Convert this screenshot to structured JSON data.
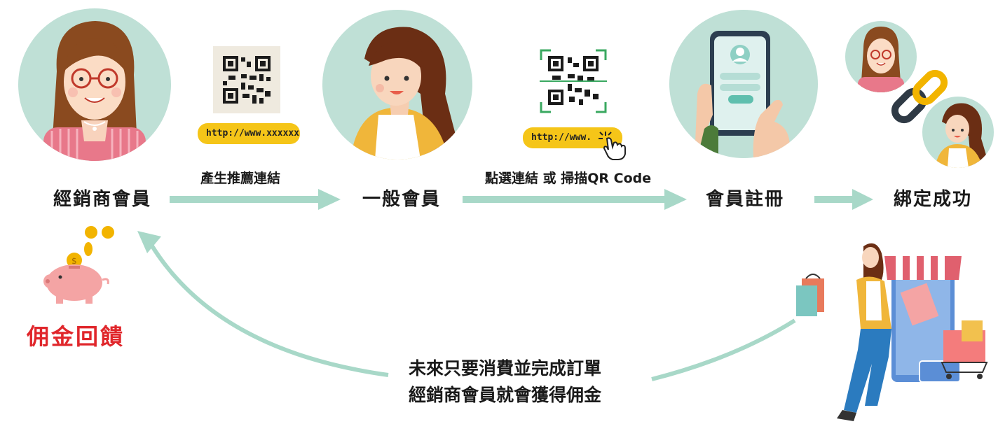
{
  "nodes": {
    "distributor": "經銷商會員",
    "member": "一般會員",
    "register": "會員註冊",
    "bind": "綁定成功"
  },
  "steps": {
    "generate_link": "產生推薦連結",
    "click_or_scan": "點選連結 或 掃描QR Code"
  },
  "urls": {
    "referral": "http://www.xxxxxx",
    "click": "http://www."
  },
  "commission": "佣金回饋",
  "future_note": {
    "line1": "未來只要消費並完成訂單",
    "line2": "經銷商會員就會獲得佣金"
  },
  "colors": {
    "circle_bg": "#bfe0d6",
    "arrow": "#a8d8c8",
    "pill": "#f5c518",
    "commission_red": "#e0262b"
  }
}
